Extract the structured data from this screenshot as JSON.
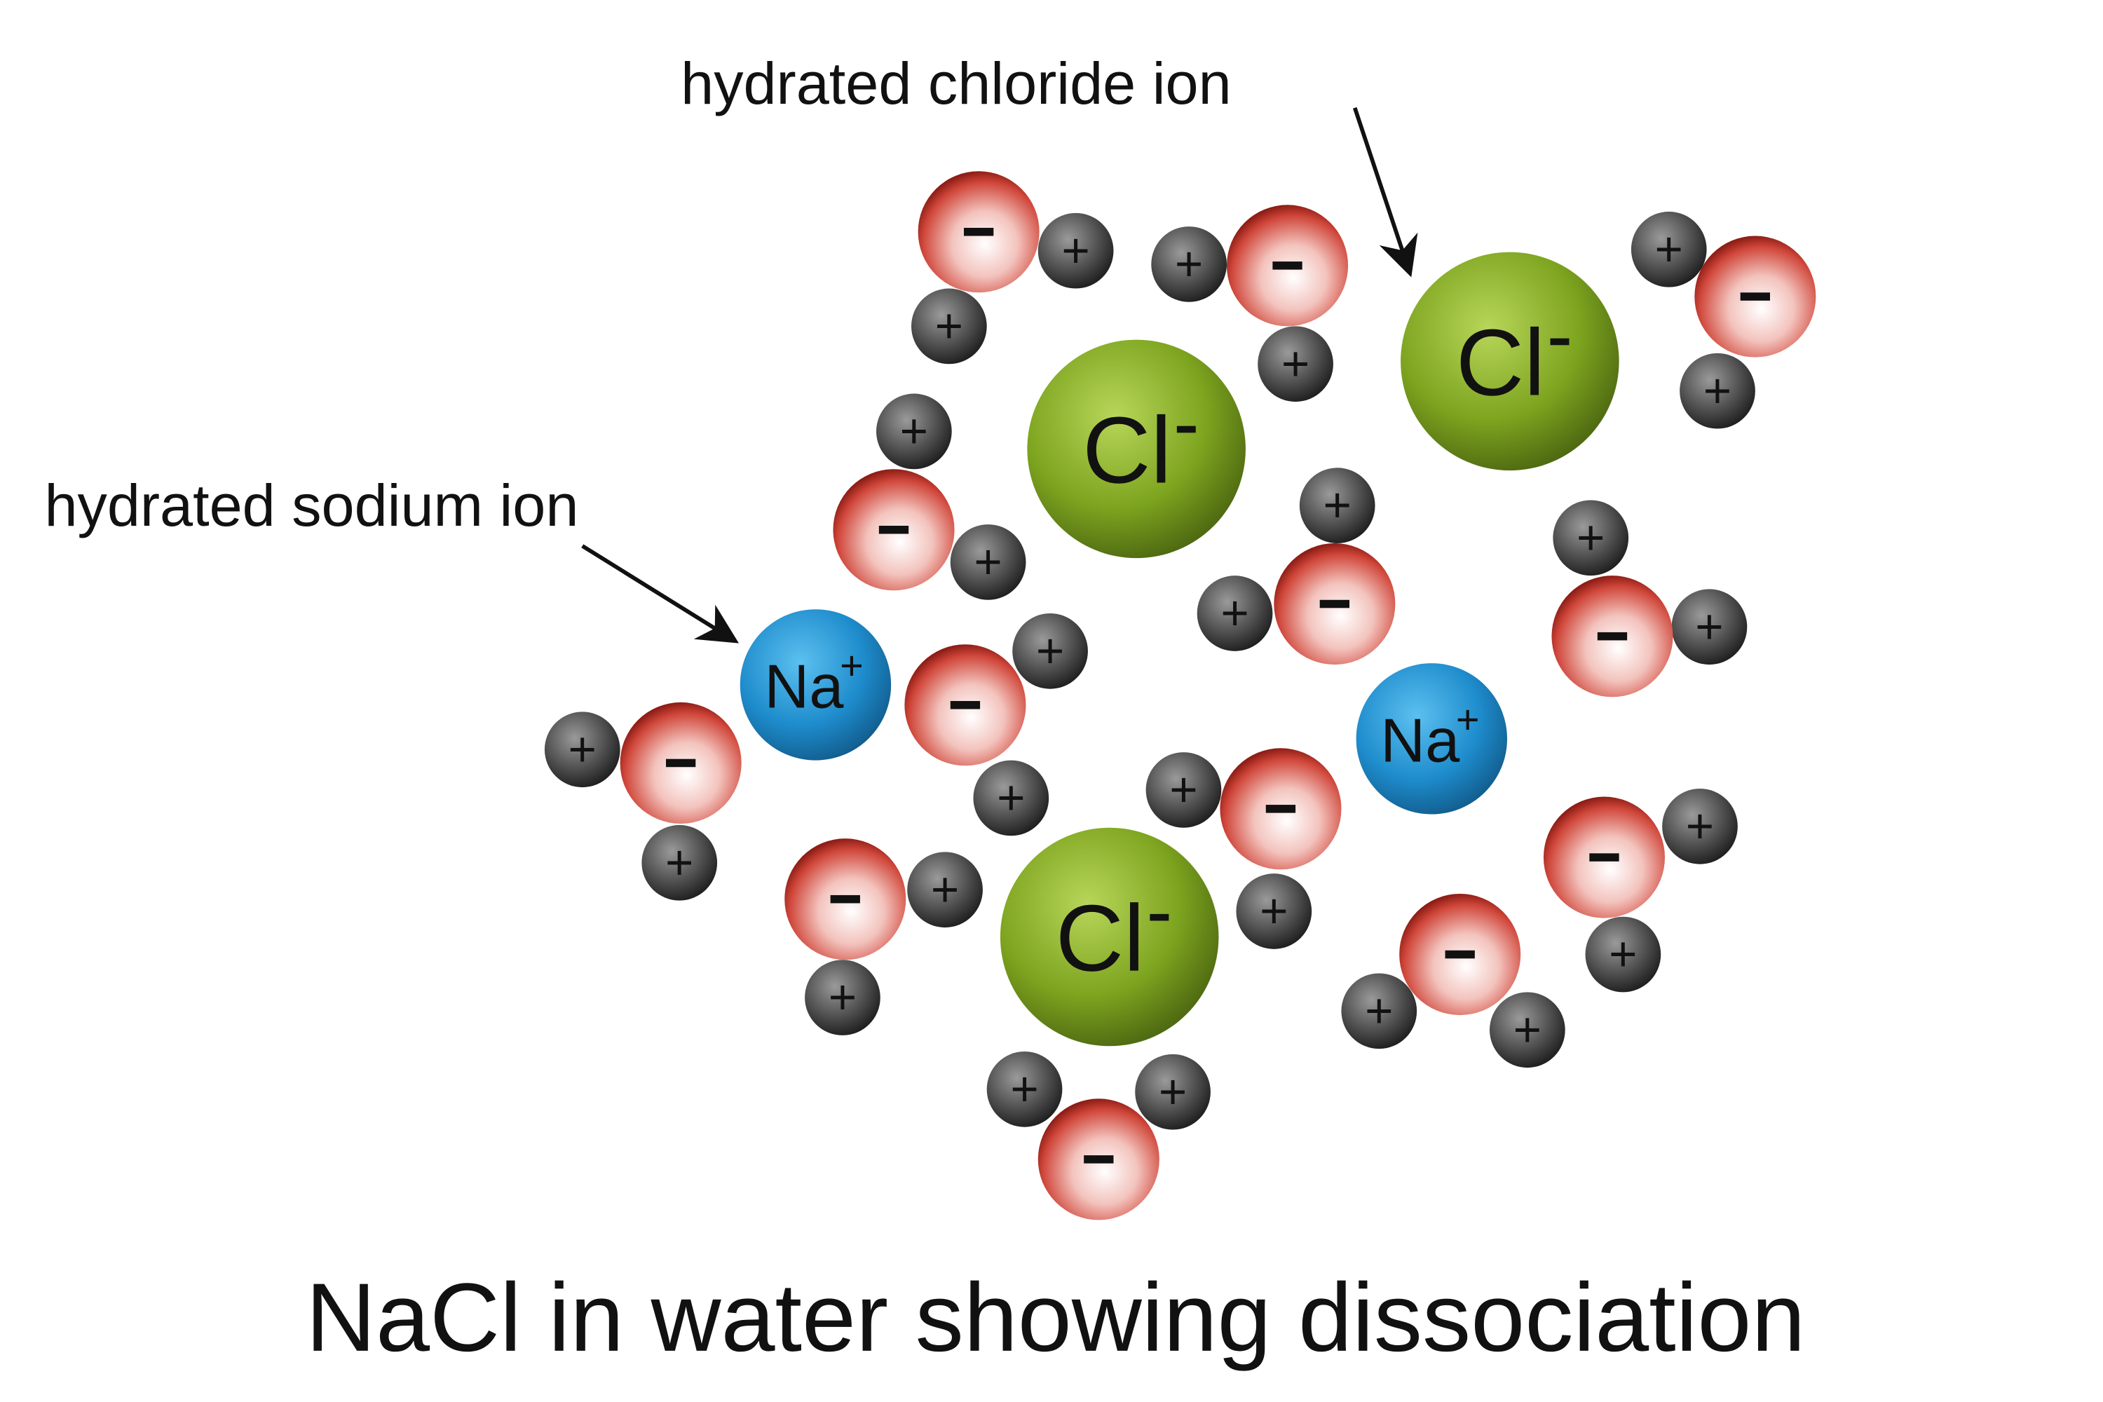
{
  "title": "NaCl in water showing dissociation",
  "labels": {
    "chloride": "hydrated chloride ion",
    "sodium": "hydrated sodium ion"
  },
  "ions": {
    "chloride": "Cl",
    "chloride_charge": "-",
    "sodium": "Na",
    "sodium_charge": "+"
  },
  "water": {
    "oxygen_charge": "−",
    "hydrogen_charge": "+"
  },
  "colors": {
    "chloride": "#6b8e1a",
    "sodium": "#1e88c8",
    "oxygen": "#c0392b",
    "hydrogen": "#333333"
  }
}
